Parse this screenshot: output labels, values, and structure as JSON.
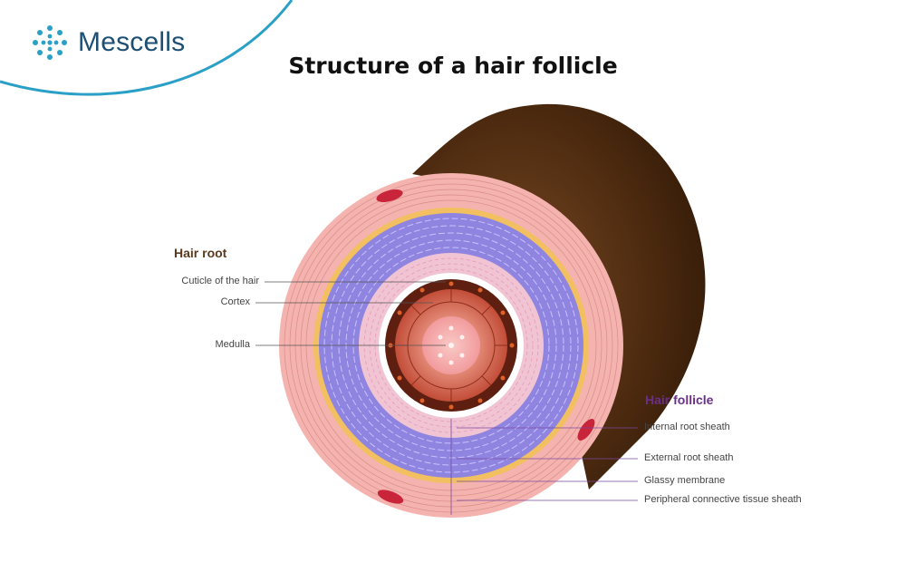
{
  "brand": {
    "name": "Mescells",
    "accent_color": "#2aa0c6",
    "text_color": "#1c4f73"
  },
  "title": "Structure of a hair follicle",
  "hair_root": {
    "heading": "Hair root",
    "labels": [
      "Cuticle of the hair",
      "Cortex",
      "Medulla"
    ]
  },
  "hair_follicle": {
    "heading": "Hair follicle",
    "labels": [
      "Internal root sheath",
      "External root sheath",
      "Glassy membrane",
      "Peripheral connective tissue sheath"
    ]
  },
  "colors": {
    "hair_shaft": "#4a2a10",
    "connective_sheath": "#f4b3ae",
    "glassy_membrane": "#f2c060",
    "external_root_sheath": "#8f85e0",
    "internal_root_sheath": "#f1c4d4",
    "cortex": "#c95a44",
    "medulla": "#f3a7a7"
  }
}
